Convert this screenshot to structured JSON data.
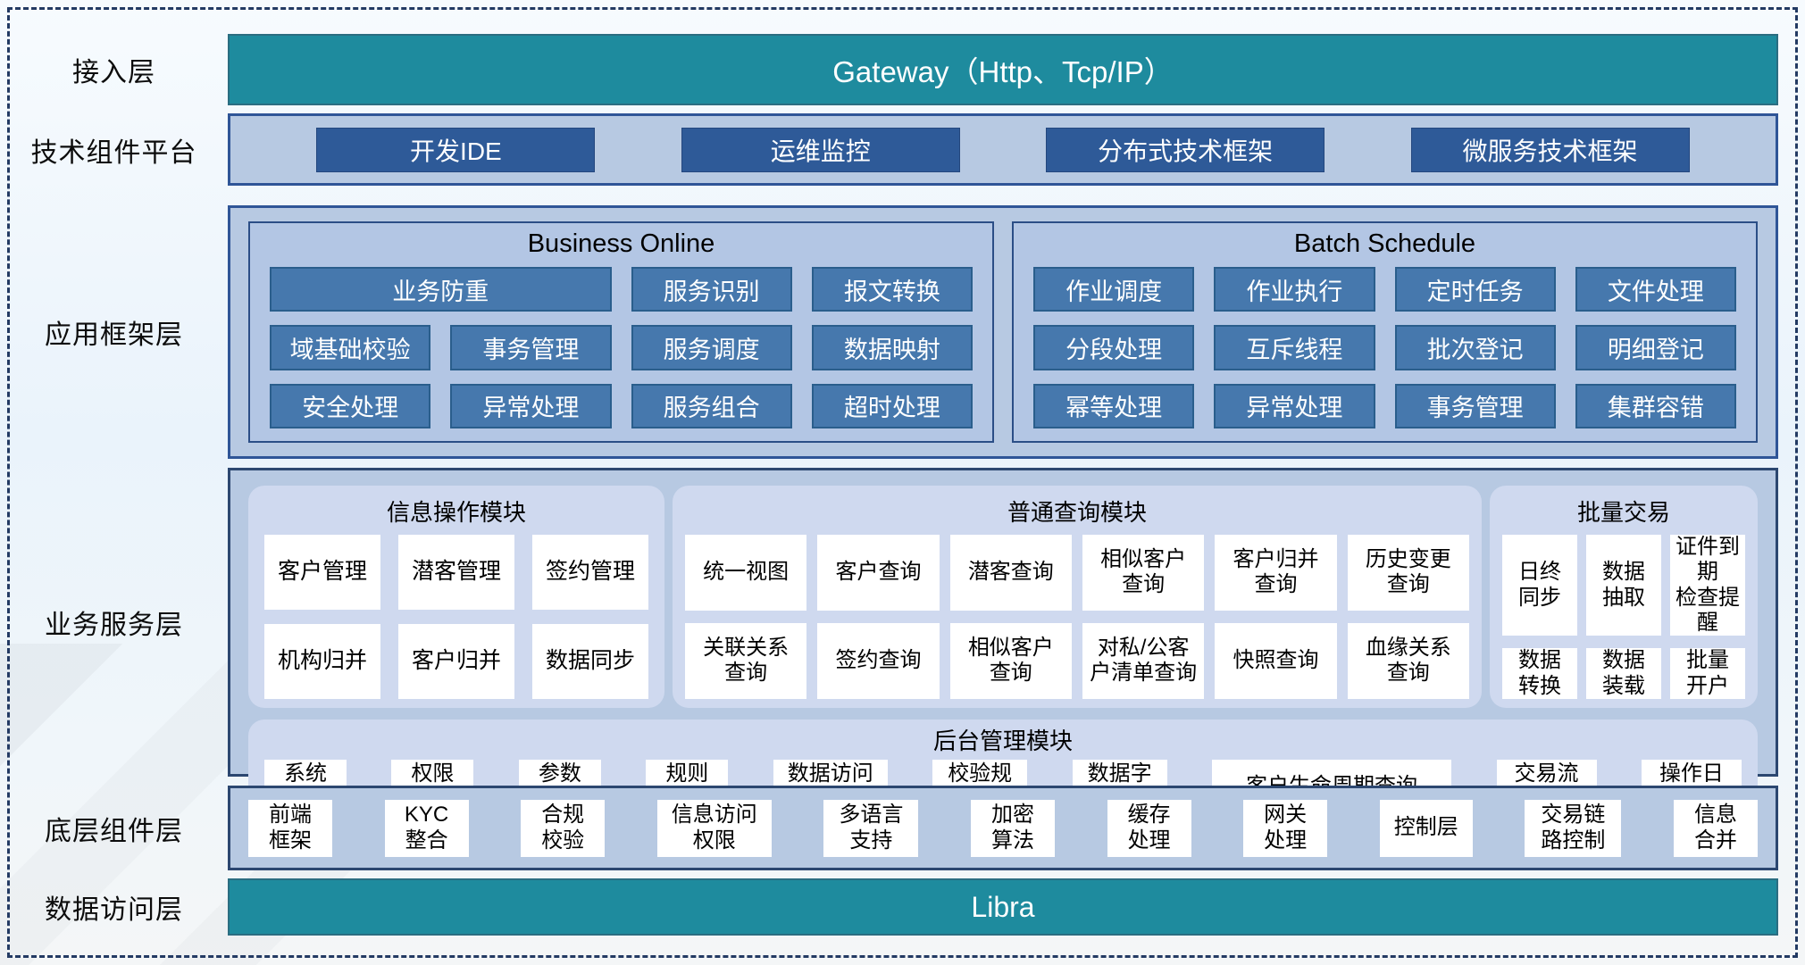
{
  "colors": {
    "teal_bar": "#1E8B9E",
    "navy_button": "#2E5A98",
    "steel_button": "#4678AD",
    "panel_blue": "#B7C9E2",
    "inner_panel_blue": "#B3C6E4",
    "module_box": "#CFD9EF",
    "panel_border": "#2F5597",
    "dashed_frame": "#233A63",
    "cell_white": "#FFFFFF"
  },
  "layers": {
    "access": {
      "label": "接入层",
      "gateway": "Gateway（Http、Tcp/IP）"
    },
    "tech_platform": {
      "label": "技术组件平台",
      "items": [
        "开发IDE",
        "运维监控",
        "分布式技术框架",
        "微服务技术框架"
      ]
    },
    "app_framework": {
      "label": "应用框架层",
      "business_online": {
        "title": "Business Online",
        "row1": [
          "业务防重",
          "服务识别",
          "报文转换"
        ],
        "row2": [
          "域基础校验",
          "事务管理",
          "服务调度",
          "数据映射"
        ],
        "row3": [
          "安全处理",
          "异常处理",
          "服务组合",
          "超时处理"
        ]
      },
      "batch_schedule": {
        "title": "Batch Schedule",
        "row1": [
          "作业调度",
          "作业执行",
          "定时任务",
          "文件处理"
        ],
        "row2": [
          "分段处理",
          "互斥线程",
          "批次登记",
          "明细登记"
        ],
        "row3": [
          "幂等处理",
          "异常处理",
          "事务管理",
          "集群容错"
        ]
      }
    },
    "business_service": {
      "label": "业务服务层",
      "info_ops": {
        "title": "信息操作模块",
        "row1": [
          "客户管理",
          "潜客管理",
          "签约管理"
        ],
        "row2": [
          "机构归并",
          "客户归并",
          "数据同步"
        ]
      },
      "common_query": {
        "title": "普通查询模块",
        "row1": [
          "统一视图",
          "客户查询",
          "潜客查询",
          "相似客户\n查询",
          "客户归并\n查询",
          "历史变更\n查询"
        ],
        "row2": [
          "关联关系\n查询",
          "签约查询",
          "相似客户\n查询",
          "对私/公客\n户清单查询",
          "快照查询",
          "血缘关系\n查询"
        ]
      },
      "batch_trade": {
        "title": "批量交易",
        "row1": [
          "日终\n同步",
          "数据\n抽取",
          "证件到期\n检查提醒"
        ],
        "row2": [
          "数据\n转换",
          "数据\n装载",
          "批量\n开户"
        ]
      },
      "admin": {
        "title": "后台管理模块",
        "items": [
          "系统\n管理",
          "权限\n管理",
          "参数\n管理",
          "规则\n配置",
          "数据访问\n控制",
          "校验规\n则管理",
          "数据字\n典管理",
          "客户生命周期查询",
          "交易流\n水查询",
          "操作日\n志查询"
        ]
      }
    },
    "base_components": {
      "label": "底层组件层",
      "items": [
        "前端\n框架",
        "KYC\n整合",
        "合规\n校验",
        "信息访问\n权限",
        "多语言\n支持",
        "加密\n算法",
        "缓存\n处理",
        "网关\n处理",
        "控制层",
        "交易链\n路控制",
        "信息\n合并"
      ]
    },
    "data_access": {
      "label": "数据访问层",
      "product": "Libra"
    }
  }
}
